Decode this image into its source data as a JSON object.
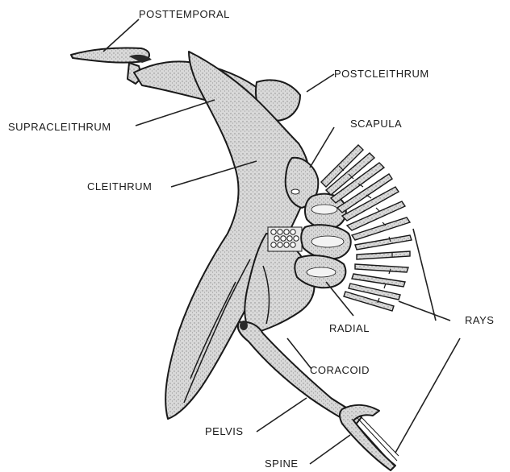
{
  "labels": {
    "posttemporal": "POSTTEMPORAL",
    "postcleithrum": "POSTCLEITHRUM",
    "supracleithrum": "SUPRACLEITHRUM",
    "scapula": "SCAPULA",
    "cleithrum": "CLEITHRUM",
    "radial": "RADIAL",
    "rays": "RAYS",
    "coracoid": "CORACOID",
    "pelvis": "PELVIS",
    "spine": "SPINE"
  }
}
